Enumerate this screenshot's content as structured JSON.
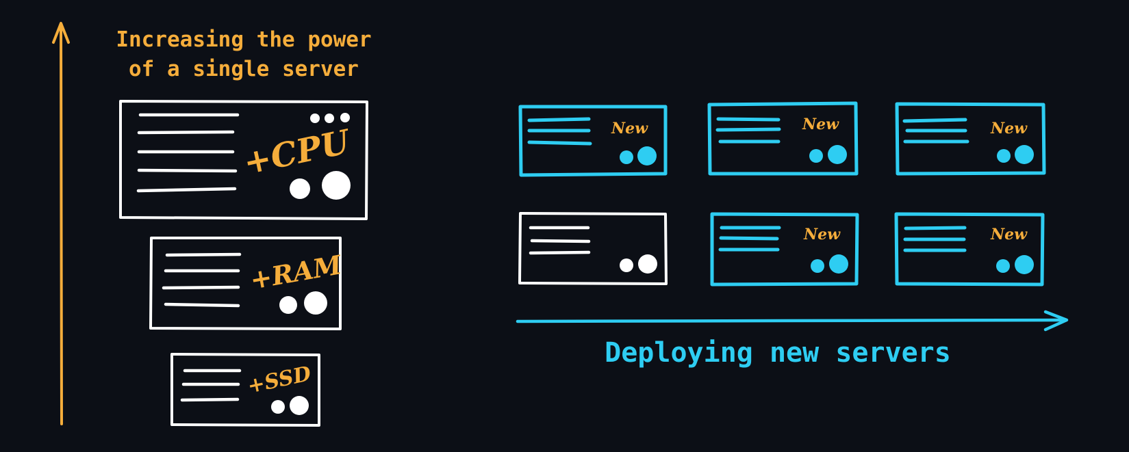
{
  "colors": {
    "background": "#0c0f16",
    "vertical_accent": "#f5ad3b",
    "horizontal_accent": "#2ecdf2",
    "server_outline": "#ffffff"
  },
  "vertical_scaling": {
    "title_line_1": "Increasing the power",
    "title_line_2": "of a single server",
    "servers": [
      {
        "label": "+CPU"
      },
      {
        "label": "+RAM"
      },
      {
        "label": "+SSD"
      }
    ]
  },
  "horizontal_scaling": {
    "title": "Deploying new servers",
    "new_badge": "New",
    "servers": [
      {
        "is_new": true
      },
      {
        "is_new": true
      },
      {
        "is_new": true
      },
      {
        "is_new": false
      },
      {
        "is_new": true
      },
      {
        "is_new": true
      }
    ]
  }
}
